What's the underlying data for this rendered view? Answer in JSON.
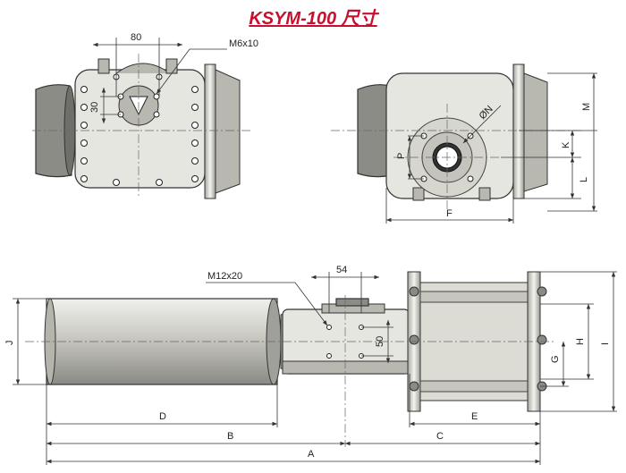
{
  "title": "KSYM-100 尺寸",
  "dimensions": {
    "d80": "80",
    "m6x10": "M6x10",
    "d30": "30",
    "dn": "ØN",
    "m": "M",
    "k": "K",
    "l": "L",
    "p": "P",
    "f": "F",
    "m12x20": "M12x20",
    "d54": "54",
    "d50": "50",
    "j": "J",
    "h": "H",
    "g": "G",
    "i": "I",
    "d": "D",
    "e": "E",
    "b": "B",
    "c": "C",
    "a": "A"
  }
}
